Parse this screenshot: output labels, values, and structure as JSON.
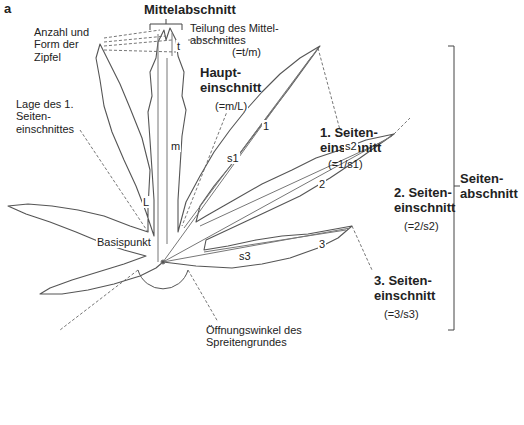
{
  "diagram": {
    "labels": [
      "a",
      "Mittelabschnitt",
      "Anzahl und Form der Zipfel",
      "Teilung des Mittel- abschnittes",
      "(=t/m)",
      "t",
      "m",
      "L",
      "Haupt- einschnitt",
      "(=m/L)",
      "Lage des 1. Seiten- einschnittes",
      "1. Seiten- einschnitt",
      "(=1/s1)",
      "s1",
      "1",
      "s2",
      "2",
      "2. Seiten- einschnitt",
      "(=2/s2)",
      "Seiten- abschnitt",
      "Basispunkt",
      "s3",
      "3",
      "3. Seiten- einschnitt",
      "(=3/s3)",
      "Öffnungswinkel des Spreitengrundes"
    ]
  }
}
